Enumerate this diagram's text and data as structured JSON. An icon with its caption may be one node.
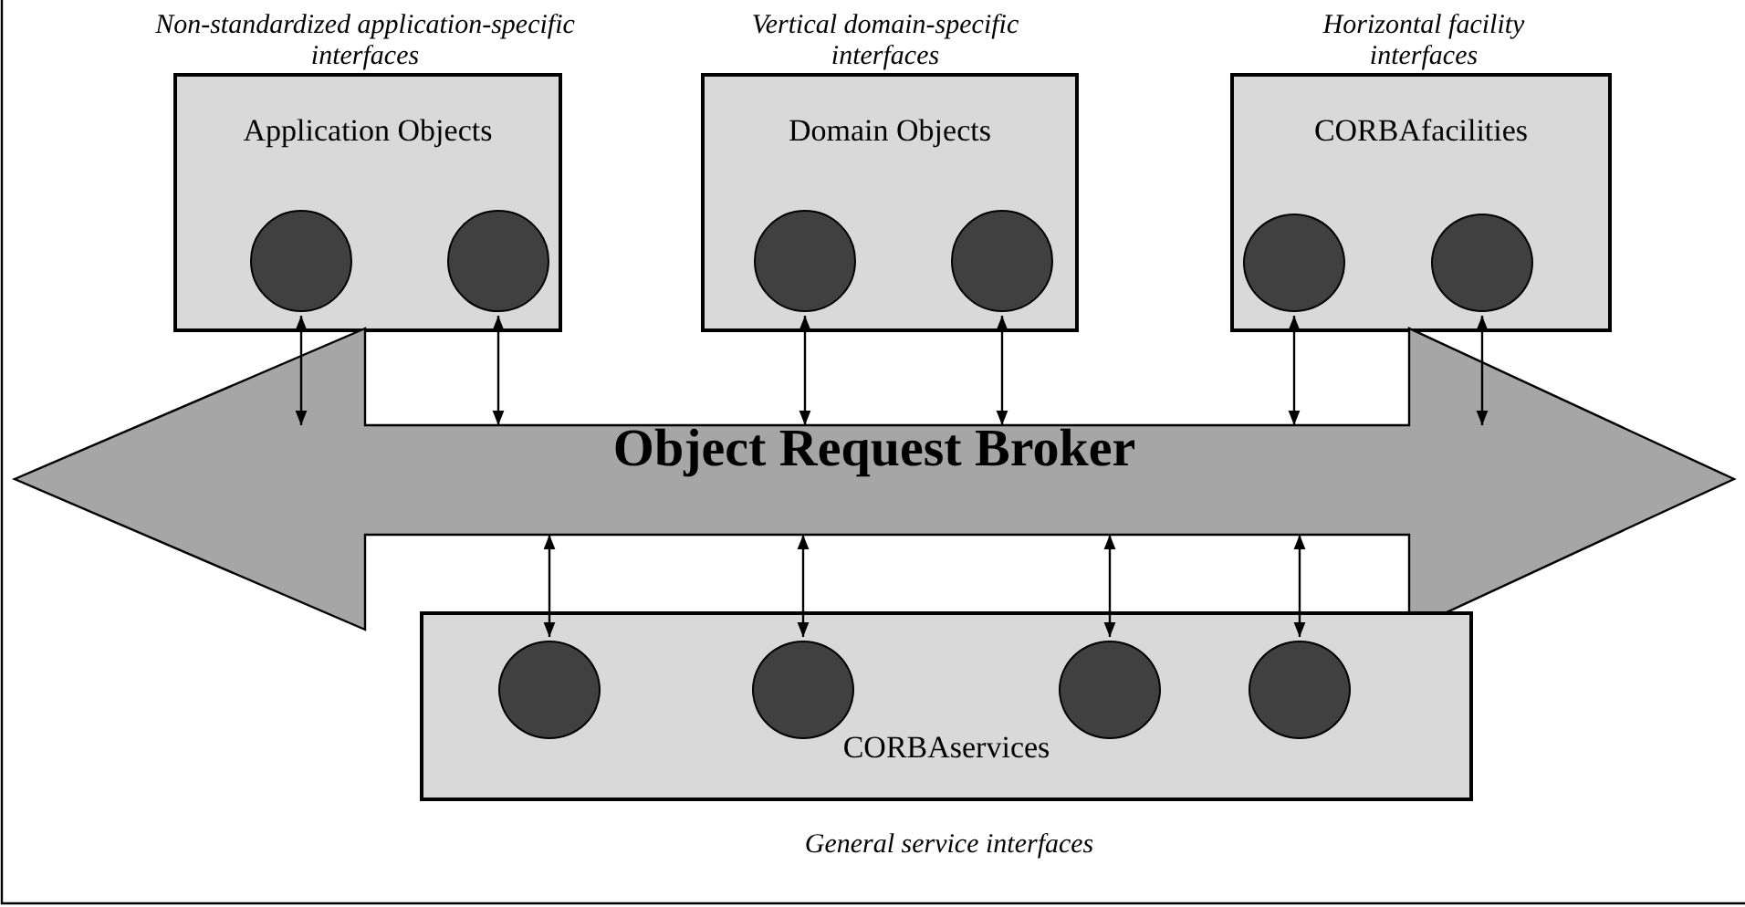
{
  "diagram": {
    "nodes": [
      {
        "text": [
          "Application Objects"
        ],
        "beside": [
          "Non-standardized application-specific interfaces"
        ]
      },
      {
        "text": [],
        "shape": "circle",
        "in": 0
      },
      {
        "text": [],
        "shape": "circle",
        "in": 0
      },
      {
        "text": [
          "Domain Objects"
        ],
        "beside": [
          "Vertical domain-specific interfaces"
        ]
      },
      {
        "text": [],
        "shape": "circle",
        "in": 3
      },
      {
        "text": [],
        "shape": "circle",
        "in": 3
      },
      {
        "text": [
          "CORBAfacilities"
        ],
        "beside": [
          "Horizontal facility interfaces"
        ]
      },
      {
        "text": [],
        "shape": "circle",
        "in": 6
      },
      {
        "text": [],
        "shape": "circle",
        "in": 6
      },
      {
        "text": [
          "Object Request Broker"
        ]
      },
      {
        "text": [
          "CORBAservices"
        ],
        "beside": [
          "General service interfaces"
        ]
      },
      {
        "text": [],
        "shape": "circle",
        "in": 10
      },
      {
        "text": [],
        "shape": "circle",
        "in": 10
      },
      {
        "text": [],
        "shape": "circle",
        "in": 10
      },
      {
        "text": [],
        "shape": "circle",
        "in": 10
      }
    ],
    "edges": [
      {
        "from": 1,
        "to": 9,
        "arrow": "both"
      },
      {
        "from": 2,
        "to": 9,
        "arrow": "both"
      },
      {
        "from": 4,
        "to": 9,
        "arrow": "both"
      },
      {
        "from": 5,
        "to": 9,
        "arrow": "both"
      },
      {
        "from": 7,
        "to": 9,
        "arrow": "both"
      },
      {
        "from": 8,
        "to": 9,
        "arrow": "both"
      },
      {
        "from": 11,
        "to": 9,
        "arrow": "both"
      },
      {
        "from": 12,
        "to": 9,
        "arrow": "both"
      },
      {
        "from": 13,
        "to": 9,
        "arrow": "both"
      },
      {
        "from": 14,
        "to": 9,
        "arrow": "both"
      }
    ]
  }
}
